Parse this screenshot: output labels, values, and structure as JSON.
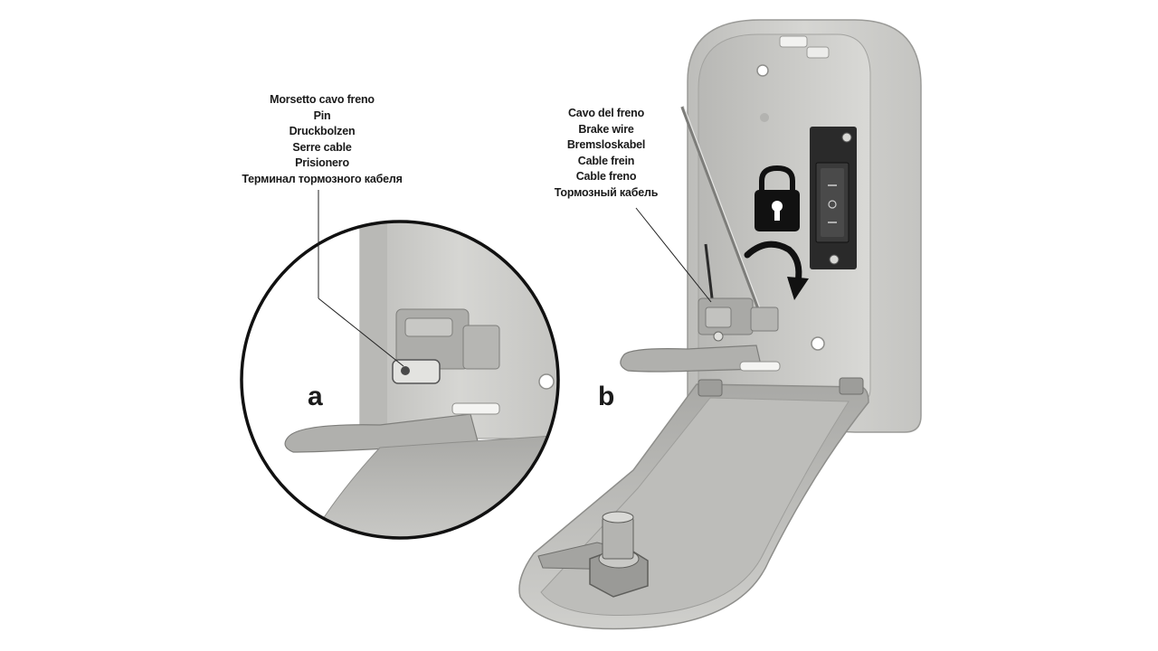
{
  "callout_a": {
    "lines": [
      "Morsetto cavo freno",
      "Pin",
      "Druckbolzen",
      "Serre cable",
      "Prisionero",
      "Терминал тормозного кабеля"
    ]
  },
  "callout_b": {
    "lines": [
      "Cavo del freno",
      "Brake wire",
      "Bremsloskabel",
      "Cable frein",
      "Cable freno",
      "Тормозный кабель"
    ]
  },
  "panels": {
    "a": "a",
    "b": "b"
  },
  "icons": {
    "lock": "padlock-icon",
    "rotate": "rotate-arrow-icon"
  },
  "colors": {
    "housing": "#c9c9c6",
    "housing_dark": "#8e8e8b",
    "ink": "#1a1a1a",
    "background": "#ffffff"
  }
}
